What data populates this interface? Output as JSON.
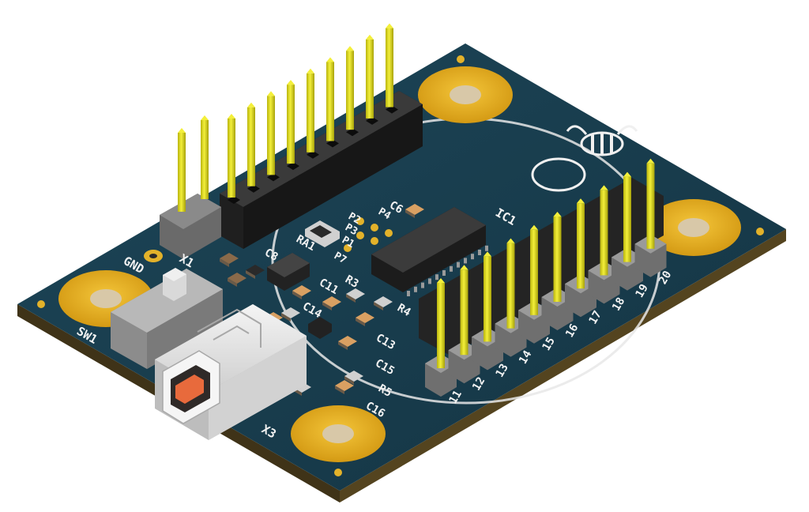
{
  "board": {
    "colors": {
      "solder_mask": "#183c4c",
      "board_edge": "#4a3c1c",
      "gold_pad": "#e3b22a",
      "silkscreen": "#f2f2f2",
      "pin_gold": "#e5e21e",
      "header_body": "#2a2a2a",
      "connector_housing": "#9c9c9c",
      "usb_shell": "#e6e6e6",
      "usb_contacts": "#e86a3c"
    },
    "icons": {
      "logo": "stylized-bee-logo-icon",
      "mount_hole": "gold-mount-hole-icon"
    }
  },
  "silkscreen": {
    "gnd": "GND",
    "x1": "X1",
    "x3": "X3",
    "sw1": "SW1",
    "ic1": "IC1",
    "ra1": "RA1",
    "c6": "C6",
    "c8": "C8",
    "c11": "C11",
    "c13": "C13",
    "c14": "C14",
    "c15": "C15",
    "c16": "C16",
    "r3": "R3",
    "r4": "R4",
    "r5": "R5",
    "p1": "P1",
    "p2": "P2",
    "p3": "P3",
    "p4": "P4",
    "p7": "P7",
    "pin_numbers": [
      "11",
      "12",
      "13",
      "14",
      "15",
      "16",
      "17",
      "18",
      "19",
      "20"
    ]
  }
}
